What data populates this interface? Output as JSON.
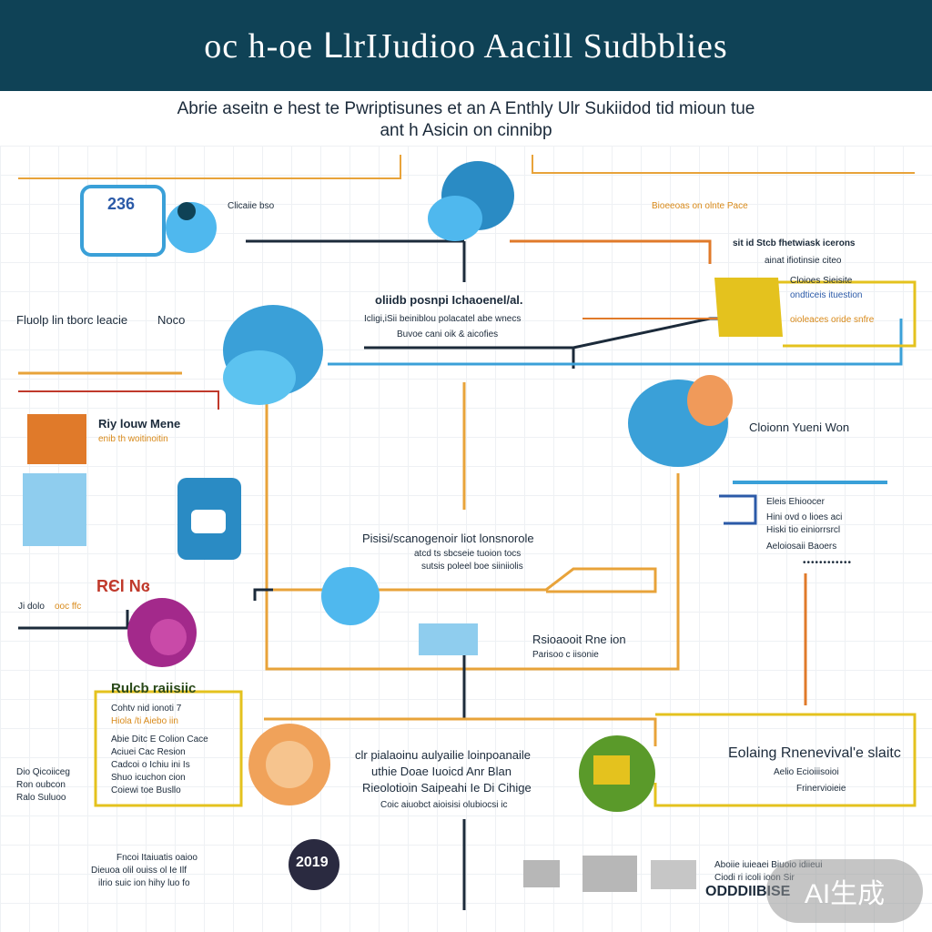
{
  "header": {
    "title": "oc h-oe ⅬlrIJudioo Aacill Sudbblies"
  },
  "subtitle": {
    "line1": "Abrie aseitn e hest te Pwriptisunes et an A Enthly Ulr Sukiidod tid mioun tue",
    "line2": "ant h Asicin on cinnibp"
  },
  "nodes": {
    "top_left_caption": "Clicaiie bso",
    "top_left_number": "236",
    "top_right_caption": "Bioeeoas on olnte Pace",
    "right_block_title": "sit id Stcb fhetwiask icerons",
    "right_block_line1": "ainat ifiotinsie citeo",
    "right_block_line2": "Cloioes Sieisite",
    "right_block_line3": "ondticeis ituestion",
    "right_block_line4": "oioleaces oride snfre",
    "center_block_title": "oliidb posnpi Ichaoenel/al.",
    "center_block_line1": "Icligi,iSii beiniblou polacatel abe wnecs",
    "center_block_line2": "Buvoe cani oik & aicofies",
    "left_mid_label": "Fluolp lin tborc leacie",
    "left_mid_label2": "Noco",
    "left_block_title": "Riy louw Mene",
    "left_block_sub": "enib th woitinoitin",
    "right_mid_caption": "Cloionn Yueni Won",
    "right_list_title": "Eleis Ehioocer",
    "right_list_line1": "Hini ovd o lioes aci",
    "right_list_line2": "Hiski tio einiorrsrcl",
    "right_list_line3": "Aeloiosaii Baoers",
    "center_mid_title": "Pisisi/scanogenoir liot lonsnorole",
    "center_mid_line1": "atcd ts sbcseie tuoion tocs",
    "center_mid_line2": "sutsis poleel boe siiniiolis",
    "red_label": "RЄl Nɞ",
    "left_small_1": "Ji dolo",
    "left_small_2": "ooc ffc",
    "right_center_title": "Rsioaooit Rne ion",
    "right_center_line": "Parisoo c iisonie",
    "yellow_title": "Rulcb raiisiic",
    "yellow_line1": "Cohtv nid ionoti 7",
    "yellow_line2": "Hiola /ti Aiebo iin",
    "yellow_line3": "Abie Ditc E Colion Cace",
    "yellow_line4": "Aciuei Cac Resion",
    "yellow_line5": "Cadcoi o Ichiu ini Is",
    "yellow_line6": "Shuo icuchon cion",
    "yellow_line7": "Coiewi toe Busllo",
    "bottom_center_title": "clr pialaoinu aulyailie loinpoanaile",
    "bottom_center_line1": "uthie Doae Iuoicd Anr Blan",
    "bottom_center_line2": "Rieolotioin Saipeahi Ie Di Cihige",
    "bottom_center_line3": "Coic aiuobct aioisisi olubiocsi ic",
    "bottom_right_title": "Eolaing Rnenevival'e slaitc",
    "bottom_right_line1": "Aelio Ecioiiisoioi",
    "bottom_right_line2": "Frinervioieie",
    "bottom_left_1": "Dio Qicoiiceg",
    "bottom_left_2": "Ron oubcon",
    "bottom_left_3": "Ralo Suluoo",
    "bottom_small_title": "Fncoi Itaiuatis oaioo",
    "bottom_small_line1": "Dieuoa olil ouiss ol Ie Ilf",
    "bottom_small_line2": "ilrio suic ion hihy luo fo",
    "bottom_number": "2019",
    "bottom_right_small_1": "Aboiie iuieaei Biuoio idiieui",
    "bottom_right_small_2": "Ciodi ri icoli ioon Sir",
    "bottom_right_big": "ODDDIIBISE",
    "dots_right": "••••••••••••"
  },
  "watermark": {
    "text": "AI生成"
  },
  "colors": {
    "header_bg": "#0f4256",
    "line_dark": "#1b2a3a",
    "line_orange": "#e8a33a",
    "line_blue": "#3aa0d8",
    "line_yellow": "#e4c21e",
    "accent_magenta": "#a3298b",
    "accent_green": "#5a9a2a",
    "accent_orange": "#e07a2a"
  }
}
